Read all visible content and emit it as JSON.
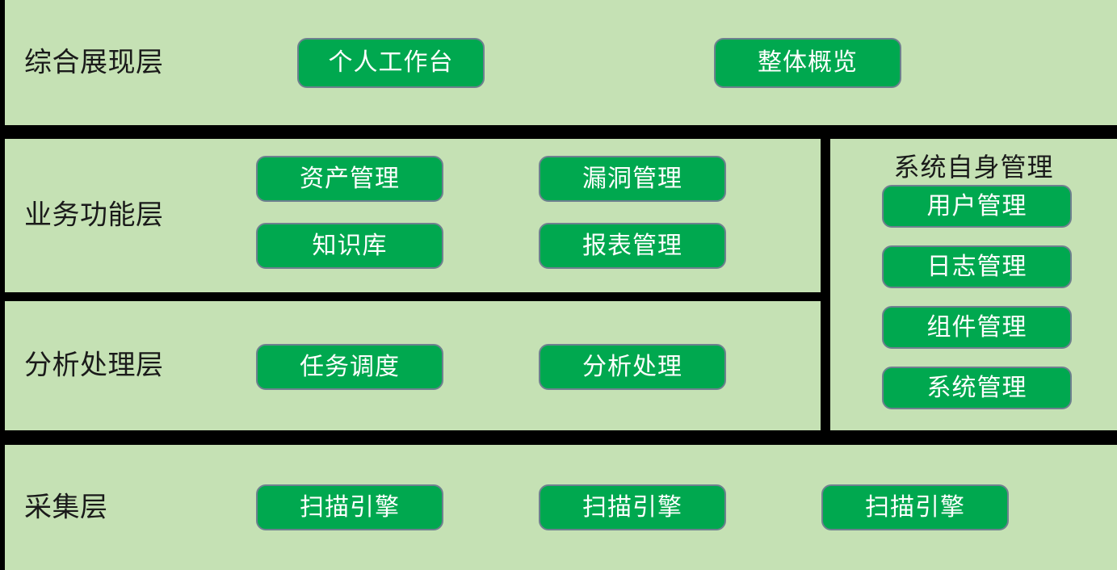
{
  "colors": {
    "panel_background": "#c5e1b4",
    "node_fill": "#00a84f",
    "node_border": "#6e808f",
    "node_text": "#ffffff",
    "label_text": "#1a1a1a",
    "separator": "#000000"
  },
  "layers": {
    "presentation": {
      "label": "综合展现层",
      "nodes": [
        {
          "label": "个人工作台"
        },
        {
          "label": "整体概览"
        }
      ]
    },
    "business": {
      "label": "业务功能层",
      "nodes": [
        {
          "label": "资产管理"
        },
        {
          "label": "漏洞管理"
        },
        {
          "label": "知识库"
        },
        {
          "label": "报表管理"
        }
      ]
    },
    "analysis": {
      "label": "分析处理层",
      "nodes": [
        {
          "label": "任务调度"
        },
        {
          "label": "分析处理"
        }
      ]
    },
    "system_management": {
      "title": "系统自身管理",
      "nodes": [
        {
          "label": "用户管理"
        },
        {
          "label": "日志管理"
        },
        {
          "label": "组件管理"
        },
        {
          "label": "系统管理"
        }
      ]
    },
    "collection": {
      "label": "采集层",
      "nodes": [
        {
          "label": "扫描引擎"
        },
        {
          "label": "扫描引擎"
        },
        {
          "label": "扫描引擎"
        }
      ]
    }
  }
}
